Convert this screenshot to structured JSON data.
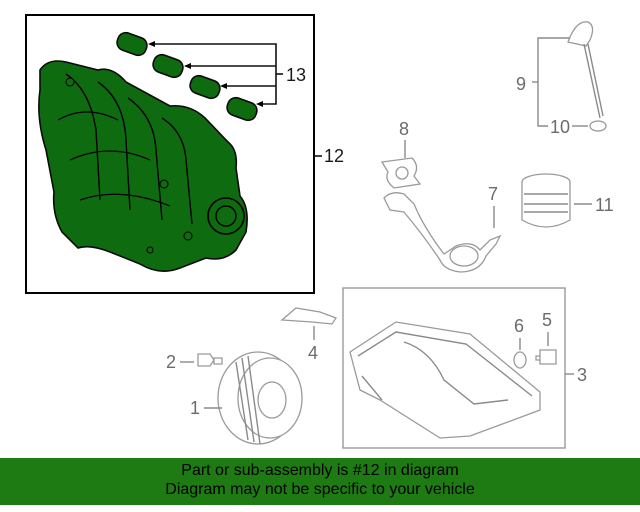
{
  "callouts": {
    "n1": "1",
    "n2": "2",
    "n3": "3",
    "n4": "4",
    "n5": "5",
    "n6": "6",
    "n7": "7",
    "n8": "8",
    "n9": "9",
    "n10": "10",
    "n11": "11",
    "n12": "12",
    "n13": "13"
  },
  "footer": {
    "line1": "Part or sub-assembly is #12 in diagram",
    "line2": "Diagram may not be specific to your vehicle"
  },
  "colors": {
    "highlight_green": "#0f6b0f",
    "footer_green": "#1e7a12"
  }
}
